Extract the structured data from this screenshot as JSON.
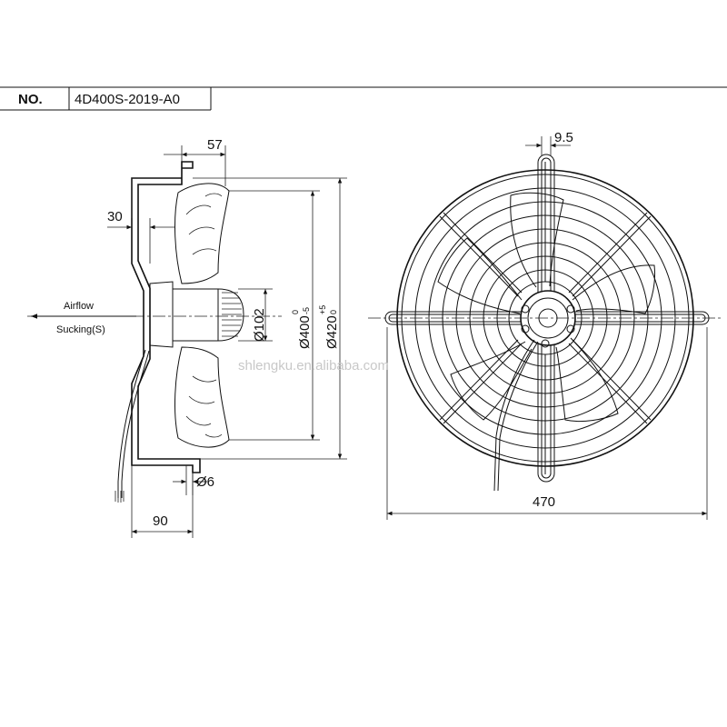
{
  "header": {
    "no_label": "NO.",
    "model": "4D400S-2019-A0"
  },
  "side_view": {
    "dim_57": "57",
    "dim_30": "30",
    "dim_102": "Ø102",
    "dim_400": "Ø400",
    "dim_400_tol_upper": "0",
    "dim_400_tol_lower": "-5",
    "dim_420": "Ø420",
    "dim_420_tol_upper": "+5",
    "dim_420_tol_lower": "0",
    "dim_6": "Ø6",
    "dim_90": "90",
    "airflow_label": "Airflow",
    "sucking_label": "Sucking(S)"
  },
  "front_view": {
    "dim_9_5": "9.5",
    "dim_470": "470"
  },
  "watermark": "shlengku.en.alibaba.com"
}
